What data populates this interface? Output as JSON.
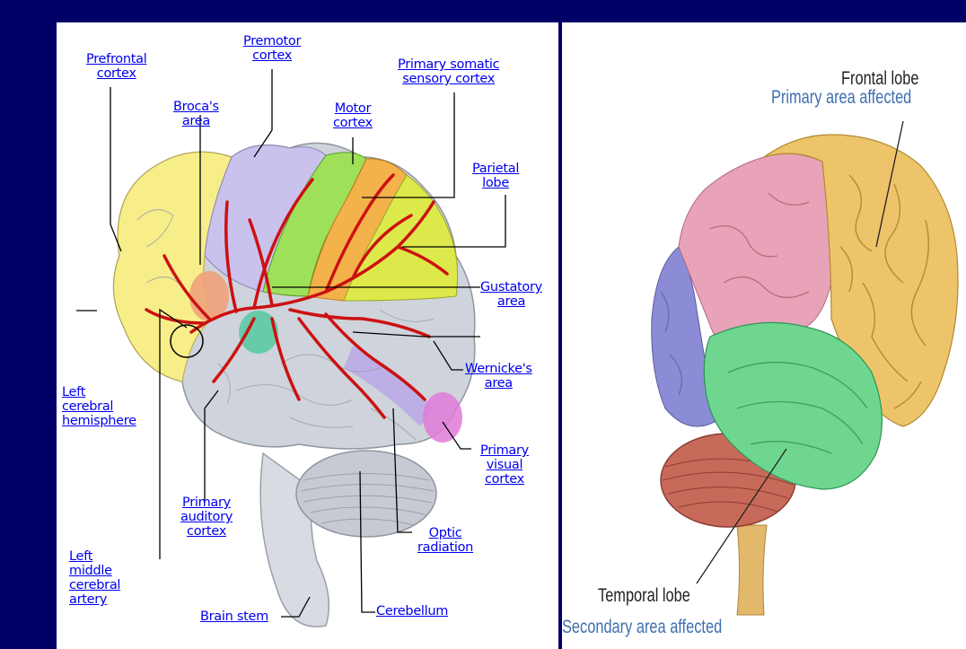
{
  "left_diagram": {
    "labels": {
      "prefrontal_cortex": [
        "Prefrontal",
        "cortex"
      ],
      "premotor_cortex": [
        "Premotor",
        "cortex"
      ],
      "primary_somatic_sensory_cortex": [
        "Primary somatic",
        "sensory cortex"
      ],
      "brocas_area": [
        "Broca's",
        "area"
      ],
      "motor_cortex": [
        "Motor",
        "cortex"
      ],
      "parietal_lobe": [
        "Parietal",
        "lobe"
      ],
      "gustatory_area": [
        "Gustatory",
        "area"
      ],
      "wernickes_area": [
        "Wernicke's",
        "area"
      ],
      "left_cerebral_hemisphere": [
        "Left",
        "cerebral",
        "hemisphere"
      ],
      "primary_visual_cortex": [
        "Primary",
        "visual",
        "cortex"
      ],
      "primary_auditory_cortex": [
        "Primary",
        "auditory",
        "cortex"
      ],
      "optic_radiation": [
        "Optic",
        "radiation"
      ],
      "left_middle_cerebral_artery": [
        "Left",
        "middle",
        "cerebral",
        "artery"
      ],
      "cerebellum": [
        "Cerebellum"
      ],
      "brain_stem": [
        "Brain stem"
      ]
    },
    "colors": {
      "label": "#0000ee",
      "artery": "#cc1111",
      "prefrontal": "#f7ee8a",
      "premotor": "#c9c2ec",
      "motor": "#9ee05a",
      "sensory": "#f4b24a",
      "parietal": "#dde94a",
      "temporal": "#cfd3db"
    }
  },
  "right_diagram": {
    "frontal_title": "Frontal lobe",
    "frontal_note": "Primary area affected",
    "temporal_title": "Temporal lobe",
    "temporal_note": "Secondary area affected",
    "colors": {
      "frontal": "#eec46a",
      "parietal": "#e9a3b8",
      "occipital": "#8c8cd6",
      "temporal": "#6fd68f",
      "cerebellum": "#c86a5a",
      "note_text": "#3d6fb0"
    }
  },
  "background_color": "#000066"
}
